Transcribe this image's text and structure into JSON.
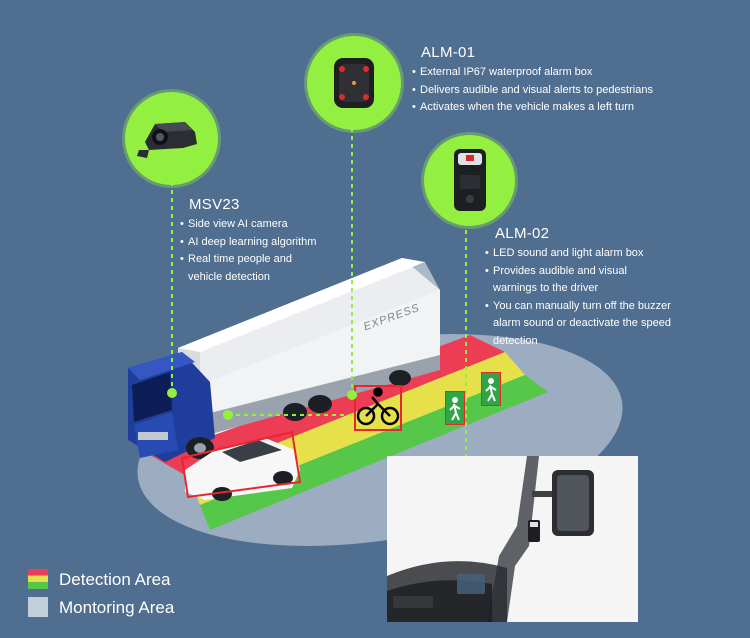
{
  "products": {
    "msv23": {
      "title": "MSV23",
      "icon": "camera-icon",
      "bullets": [
        "Side view AI camera",
        "AI deep learning algorithm",
        "Real time people and vehicle detection"
      ]
    },
    "alm01": {
      "title": "ALM-01",
      "icon": "alarm-box-icon",
      "bullets": [
        "External IP67 waterproof alarm box",
        "Delivers audible and visual alerts to pedestrians",
        "Activates when the vehicle makes a left turn"
      ]
    },
    "alm02": {
      "title": "ALM-02",
      "icon": "led-alarm-icon",
      "bullets": [
        "LED sound and light alarm box",
        "Provides audible and visual warnings to the driver",
        "You can manually turn off the buzzer alarm sound or deactivate the speed detection"
      ]
    }
  },
  "truck": {
    "trailer_text": "EXPRESS"
  },
  "legend": {
    "detection": "Detection Area",
    "monitoring": "Montoring Area"
  },
  "colors": {
    "background": "#4f6e90",
    "accent_green": "#93f041",
    "zone_red": "#ec3d54",
    "zone_yellow": "#e6e14a",
    "zone_green": "#56c748",
    "monitor_zone": "#a5b5c9",
    "detection_box": "#e8262e"
  }
}
